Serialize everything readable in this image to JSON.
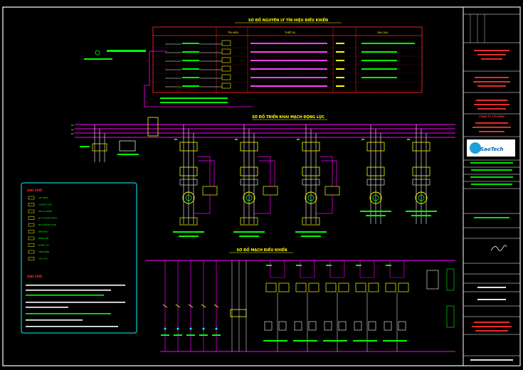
{
  "titles": {
    "control_signal": "SƠ ĐỒ NGUYÊN LÝ TÍN HIỆU ĐIỀU KHIỂN",
    "power_circuit": "SƠ ĐỒ TRIỂN KHAI MẠCH ĐỘNG LỰC",
    "control_circuit": "SƠ ĐỒ MẠCH ĐIỀU KHIỂN"
  },
  "legend": {
    "header": "GHI CHÚ",
    "notes_header": "GHI CHÚ",
    "items": [
      "CB TỔNG",
      "CONTACTOR",
      "RELAY NHIỆT",
      "NÚT NHẤN START",
      "NÚT NHẤN STOP",
      "ĐÈN BÁO",
      "BIẾN TẦN",
      "ĐỘNG CƠ",
      "TIẾP ĐIỂM",
      "CẦU CHÌ"
    ]
  },
  "control_table": {
    "columns": [
      "TÍN HIỆU",
      "THIẾT BỊ",
      "GHI CHÚ"
    ]
  },
  "motors": [
    "M1",
    "M2",
    "M3",
    "M4",
    "M5"
  ],
  "title_block": {
    "rev": "",
    "company": "CÔNG TY CỔ PHẦN",
    "project": "",
    "drawing_title": "",
    "sheet": "",
    "logo_text": "SaoTech"
  }
}
